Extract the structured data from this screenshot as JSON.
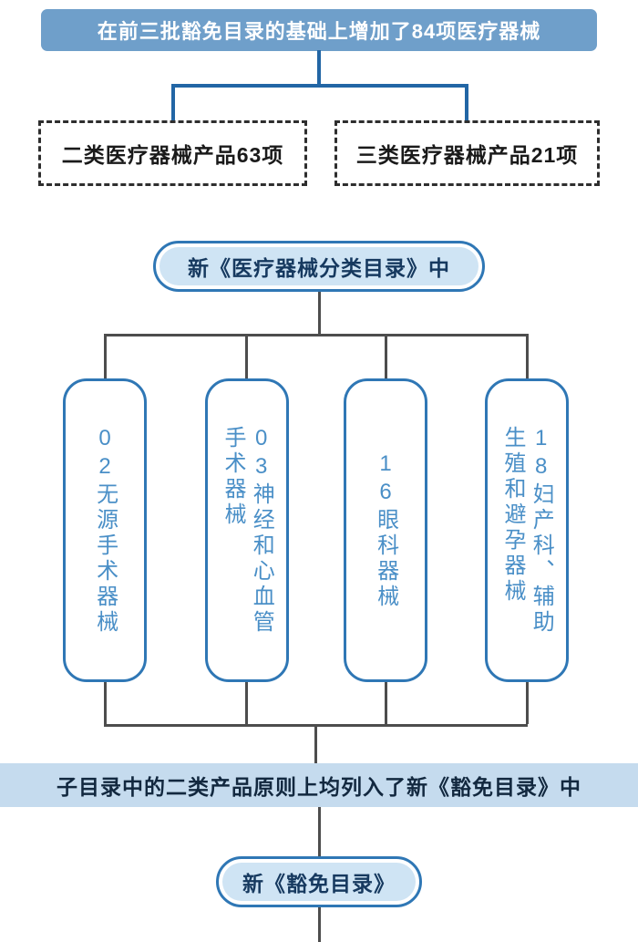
{
  "flowchart": {
    "root": "在前三批豁免目录的基础上增加了84项医疗器械",
    "class2_box": "二类医疗器械产品63项",
    "class3_box": "三类医疗器械产品21项",
    "catalog_pill": "新《医疗器械分类目录》中",
    "categories": [
      {
        "label": "02无源手术器械"
      },
      {
        "label": "03神经和心血管手术器械"
      },
      {
        "label": "16眼科器械"
      },
      {
        "label": "18妇产科、辅助生殖和避孕器械"
      }
    ],
    "banner": "子目录中的二类产品原则上均列入了新《豁免目录》中",
    "exemption_pill": "新《豁免目录》"
  },
  "colors": {
    "root_bg": "#6f9fca",
    "pill_border": "#2f77b5",
    "pill_bg": "#cfe4f4",
    "category_text": "#4a8fc7",
    "banner_bg": "#c5dbee",
    "connector_blue": "#2266a5",
    "connector_gray": "#4d4d4d"
  }
}
